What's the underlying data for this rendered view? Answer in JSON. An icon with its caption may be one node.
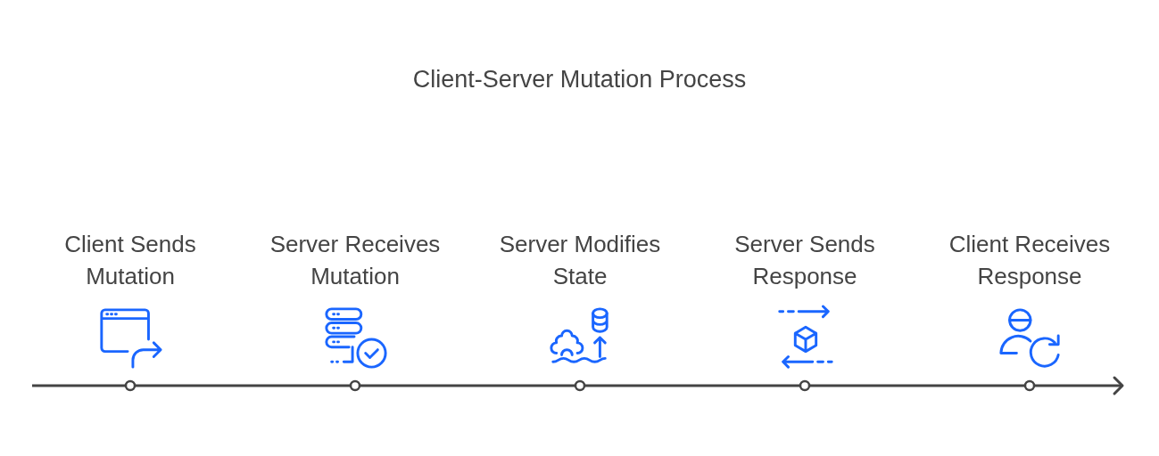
{
  "diagram": {
    "title": "Client-Server Mutation Process",
    "nodes": [
      {
        "text": [
          "Client Sends Mutation"
        ]
      },
      {
        "text": [
          "Server Receives Mutation"
        ]
      },
      {
        "text": [
          "Server Modifies State"
        ]
      },
      {
        "text": [
          "Server Sends Response"
        ]
      },
      {
        "text": [
          "Client Receives Response"
        ]
      }
    ]
  }
}
